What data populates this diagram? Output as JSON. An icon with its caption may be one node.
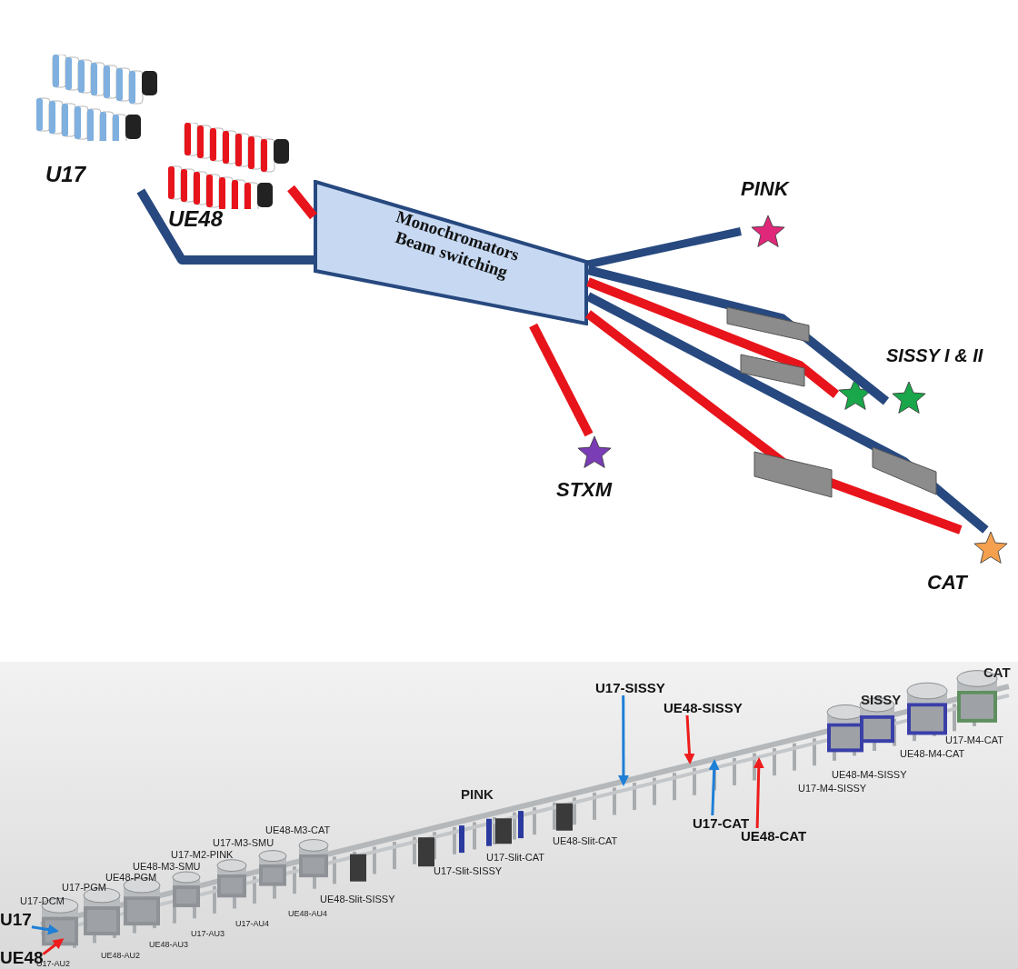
{
  "diagram": {
    "nodes": [
      {
        "text": [
          "U17"
        ]
      },
      {
        "text": [
          "UE48"
        ]
      },
      {
        "text": [
          "Monochromators Beam switching"
        ]
      },
      {
        "text": [
          "PINK"
        ]
      },
      {
        "text": [],
        "shape": "star"
      },
      {
        "text": [
          "SISSY I & II"
        ]
      },
      {
        "text": [
          "STXM"
        ]
      },
      {
        "text": [
          "CAT"
        ]
      },
      {
        "text": [
          "U17-SISSY"
        ]
      },
      {
        "text": [
          "UE48-SISSY"
        ]
      },
      {
        "text": [
          "U17-CAT"
        ]
      },
      {
        "text": [
          "UE48-CAT"
        ]
      },
      {
        "text": [
          "U17"
        ]
      },
      {
        "text": [
          "UE48"
        ]
      }
    ],
    "edges": [
      {
        "from": 0,
        "to": 2,
        "arrow": "none",
        "color": "#27497f"
      },
      {
        "from": 1,
        "to": 2,
        "arrow": "none",
        "color": "#e8141b"
      },
      {
        "from": 2,
        "to": 3,
        "arrow": "none",
        "color": "#27497f"
      },
      {
        "from": 2,
        "to": 4,
        "arrow": "none",
        "color": "#e8141b"
      },
      {
        "from": 2,
        "to": 5,
        "arrow": "none",
        "color": "#27497f"
      },
      {
        "from": 2,
        "to": 6,
        "arrow": "none",
        "color": "#e8141b"
      },
      {
        "from": 2,
        "to": 7,
        "arrow": "none",
        "color": "#27497f"
      },
      {
        "from": 2,
        "to": 7,
        "arrow": "none",
        "color": "#e8141b"
      },
      {
        "from": 8,
        "to": null,
        "arrow": "to",
        "color": "#1e7fd6"
      },
      {
        "from": 9,
        "to": null,
        "arrow": "to",
        "color": "#ee1c1c"
      },
      {
        "from": 10,
        "to": null,
        "arrow": "to",
        "color": "#1e7fd6"
      },
      {
        "from": 11,
        "to": null,
        "arrow": "to",
        "color": "#ee1c1c"
      },
      {
        "from": 12,
        "to": null,
        "arrow": "to",
        "color": "#1e7fd6"
      },
      {
        "from": 13,
        "to": null,
        "arrow": "to",
        "color": "#ee1c1c"
      }
    ],
    "labels": [
      "CAT",
      "SISSY",
      "U17-M4-CAT",
      "UE48-M4-CAT",
      "UE48-M4-SISSY",
      "U17-M4-SISSY",
      "PINK",
      "UE48-M3-CAT",
      "U17-M3-SMU",
      "U17-M2-PINK",
      "UE48-M3-SMU",
      "U17-Slit-CAT",
      "UE48-Slit-CAT",
      "U17-Slit-SISSY",
      "UE48-PGM",
      "U17-PGM",
      "UE48-Slit-SISSY",
      "U17-DCM",
      "UE48-AU4",
      "U17-AU4",
      "U17-AU3",
      "UE48-AU3",
      "UE48-AU2",
      "U17-AU2"
    ]
  }
}
